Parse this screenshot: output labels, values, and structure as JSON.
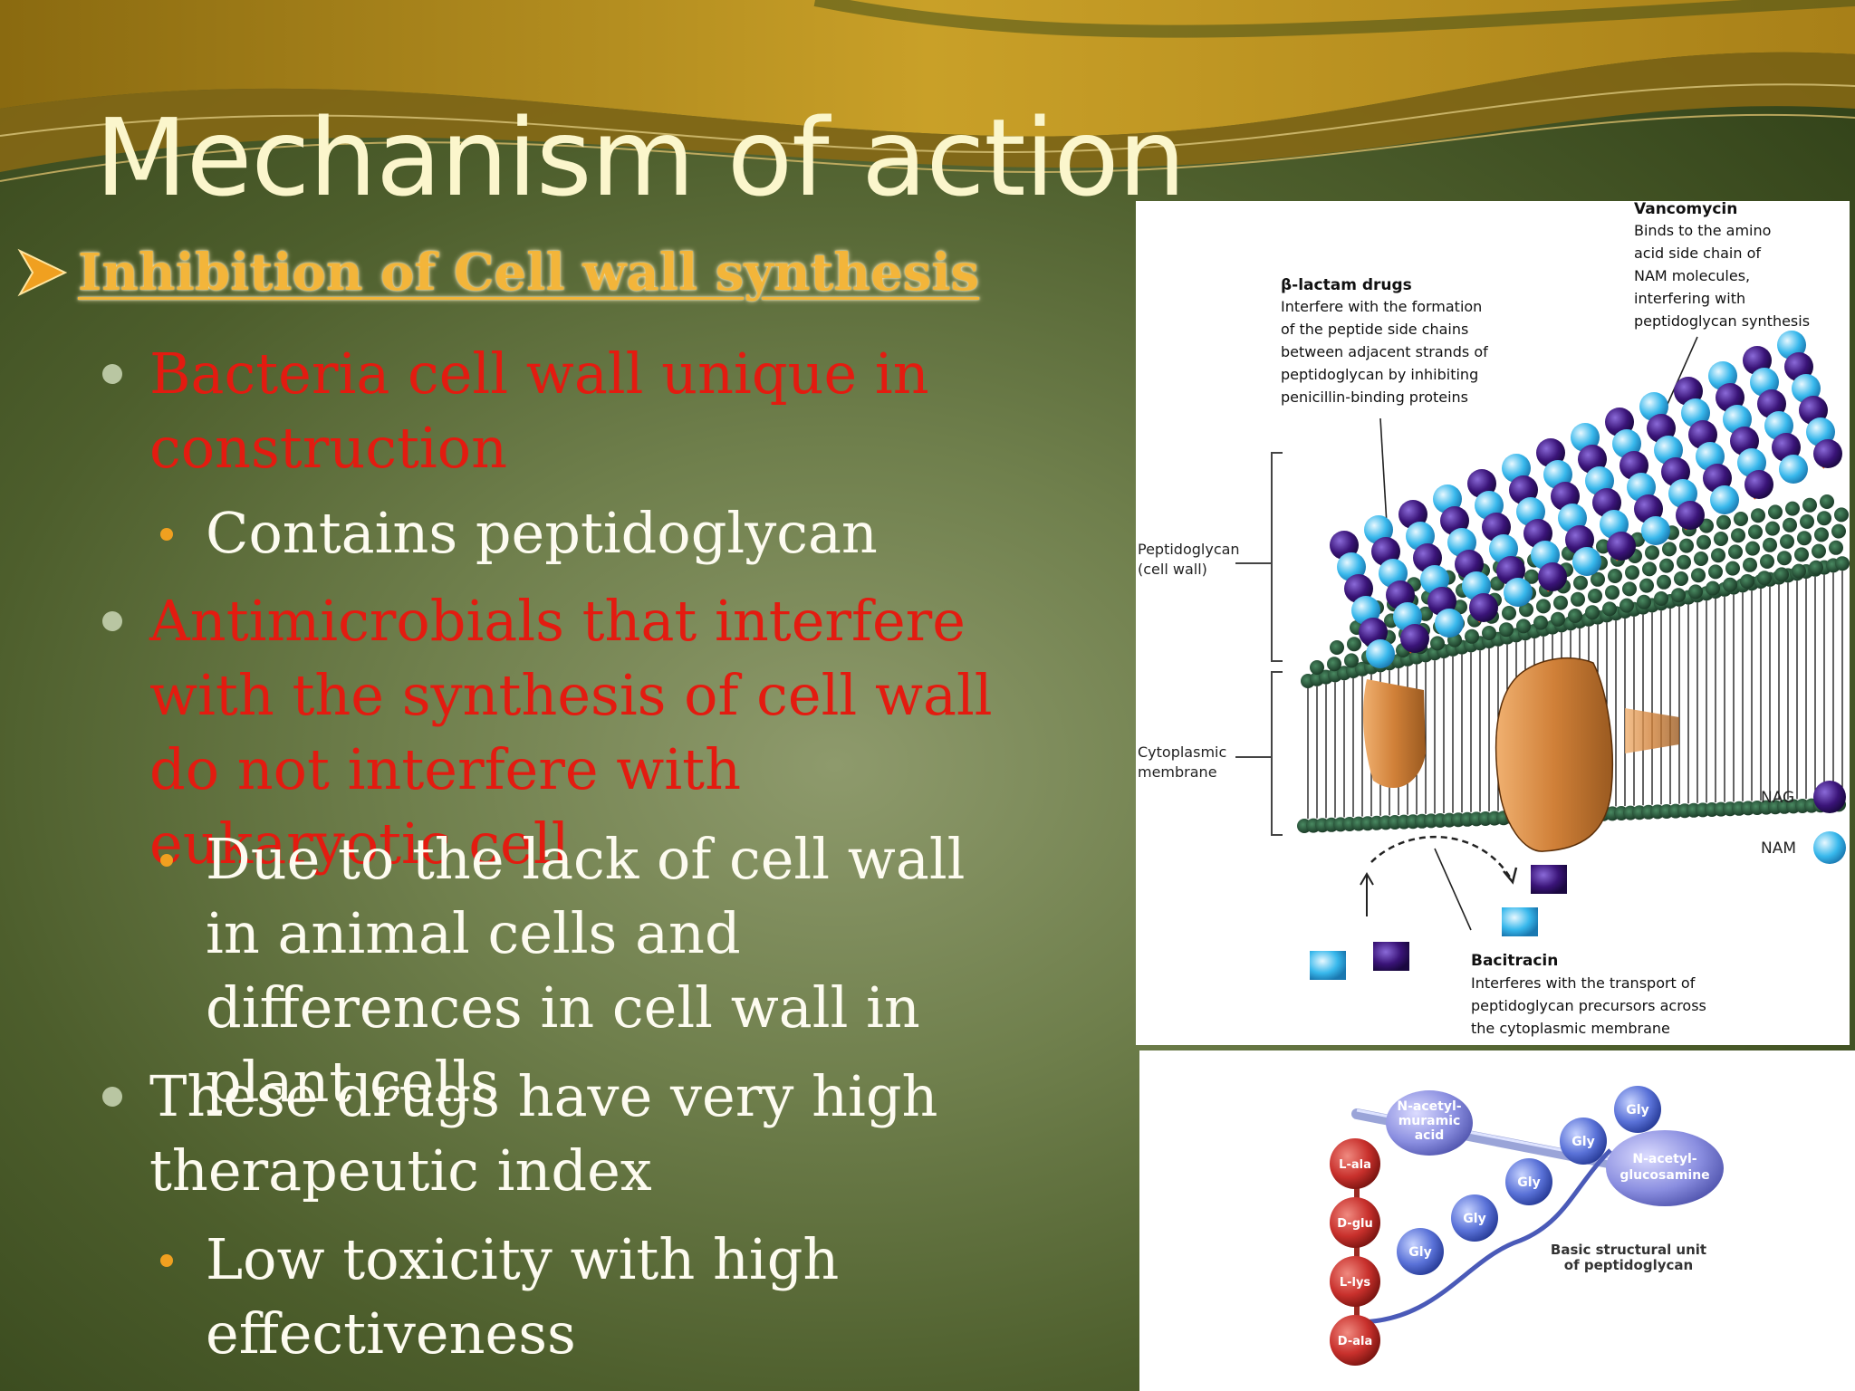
{
  "slide": {
    "title": "Mechanism of action",
    "subhead": "Inhibition of Cell wall synthesis",
    "bullets": [
      {
        "level": 1,
        "text": "Bacteria cell wall unique in construction",
        "color": "#e31b10"
      },
      {
        "level": 2,
        "text": "Contains peptidoglycan"
      },
      {
        "level": 1,
        "text": "Antimicrobials that interfere with the synthesis of cell wall do not interfere with eukaryotic cell",
        "color": "#e31b10"
      },
      {
        "level": 2,
        "text": "Due to the lack of cell wall in animal cells and differences in cell wall in plant cells"
      },
      {
        "level": 1,
        "text": "These drugs have very high therapeutic index"
      },
      {
        "level": 2,
        "text": "Low toxicity with high effectiveness"
      }
    ]
  },
  "figure1": {
    "vancomycin_title": "Vancomycin",
    "vancomycin_lines": [
      "Binds to the amino",
      "acid side chain of",
      "NAM molecules,",
      "interfering with",
      "peptidoglycan synthesis"
    ],
    "blactam_title": "β-lactam drugs",
    "blactam_lines": [
      "Interfere with the formation",
      "of the peptide side chains",
      "between adjacent strands of",
      "peptidoglycan by inhibiting",
      "penicillin-binding proteins"
    ],
    "peptidoglycan_label": [
      "Peptidoglycan",
      "(cell wall)"
    ],
    "membrane_label": [
      "Cytoplasmic",
      "membrane"
    ],
    "nag_label": "NAG",
    "nam_label": "NAM",
    "bacitracin_title": "Bacitracin",
    "bacitracin_lines": [
      "Interferes with the transport of",
      "peptidoglycan precursors across",
      "the cytoplasmic membrane"
    ],
    "colors": {
      "nag": "#3a1478",
      "nam": "#38b8ec",
      "protein": "#d98840",
      "lipid_head": "#1f4a32"
    }
  },
  "figure2": {
    "nam_label": [
      "N-acetyl-",
      "muramic",
      "acid"
    ],
    "nag_label": [
      "N-acetyl-",
      "glucosamine"
    ],
    "aa_chain": [
      "L-ala",
      "D-glu",
      "L-lys",
      "D-ala"
    ],
    "gly_labels": [
      "Gly",
      "Gly",
      "Gly",
      "Gly",
      "Gly"
    ],
    "caption": [
      "Basic structural unit",
      "of peptidoglycan"
    ],
    "colors": {
      "amino_acid": "#c8302c",
      "sugar": "#7b7fd8",
      "gly": "#5a72d8"
    }
  }
}
